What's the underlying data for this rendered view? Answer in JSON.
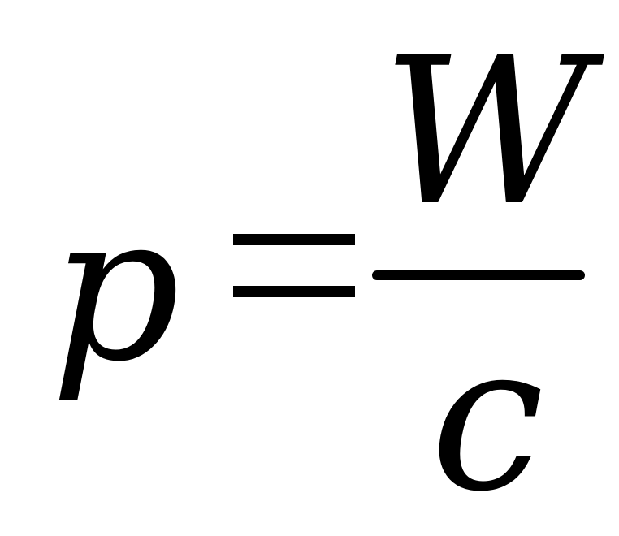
{
  "equation": {
    "lhs": "p",
    "operator": "=",
    "numerator": "W",
    "denominator": "c"
  }
}
